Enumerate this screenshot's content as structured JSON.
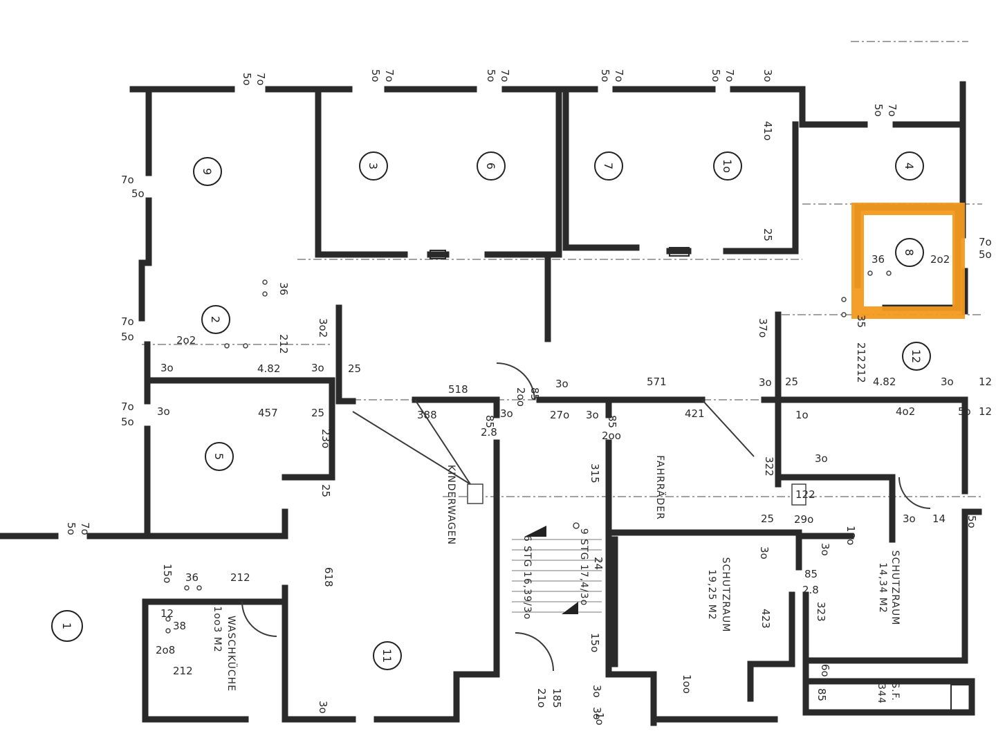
{
  "rooms": [
    {
      "id": "r9",
      "label": "9"
    },
    {
      "id": "r3",
      "label": "3"
    },
    {
      "id": "r6",
      "label": "6"
    },
    {
      "id": "r7",
      "label": "7"
    },
    {
      "id": "r10",
      "label": "1o"
    },
    {
      "id": "r4",
      "label": "4"
    },
    {
      "id": "r8",
      "label": "8"
    },
    {
      "id": "r2",
      "label": "2"
    },
    {
      "id": "r5",
      "label": "5"
    },
    {
      "id": "r12",
      "label": "12"
    },
    {
      "id": "r1",
      "label": "1"
    },
    {
      "id": "r11",
      "label": "11"
    }
  ],
  "labels": {
    "kinderwagen": "KINDERWAGEN",
    "fahrrader": "FAHRRÄDER",
    "schutzraum1": "SCHUTZRAUM",
    "schutzraum1_area": "19,25 M2",
    "schutzraum2": "SCHUTZRAUM",
    "schutzraum2_area": "14,34 M2",
    "waschkuche": "WASCHKÜCHE",
    "waschkuche_area": "1oo3 M2",
    "stairs1": "6 STG 16,39/3o",
    "stairs2": "9 STG 17,4/3o",
    "sf": "S.F.",
    "sf_val": "344"
  },
  "dimensions": [
    "7o",
    "5o",
    "7o",
    "5o",
    "7o",
    "5o",
    "7o",
    "5o",
    "7o",
    "5o",
    "3o",
    "7o",
    "5o",
    "41o",
    "25",
    "7o",
    "5o",
    "7o",
    "5o",
    "36",
    "2o2",
    "36",
    "212",
    "3o2",
    "2o2",
    "212",
    "7o",
    "5o",
    "3o",
    "4.82",
    "3o",
    "25",
    "7o",
    "5o",
    "3o",
    "457",
    "25",
    "23o",
    "25",
    "518",
    "2oo",
    "85",
    "3o",
    "571",
    "421",
    "388",
    "85",
    "3o",
    "27o",
    "3o",
    "85",
    "2.8",
    "2oo",
    "37o",
    "35",
    "212",
    "3o",
    "25",
    "4.82",
    "3o",
    "12",
    "12",
    "1o",
    "4o2",
    "5o",
    "315",
    "322",
    "3o",
    "122",
    "25",
    "29o",
    "18o",
    "3o",
    "14",
    "5o",
    "7o",
    "5o",
    "15o",
    "36",
    "212",
    "618",
    "24",
    "3o",
    "12",
    "38",
    "2o8",
    "212",
    "3o",
    "3o",
    "423",
    "85",
    "2.8",
    "323",
    "3o",
    "15o",
    "1oo",
    "3o",
    "185",
    "21o",
    "1o",
    "6o",
    "85"
  ]
}
